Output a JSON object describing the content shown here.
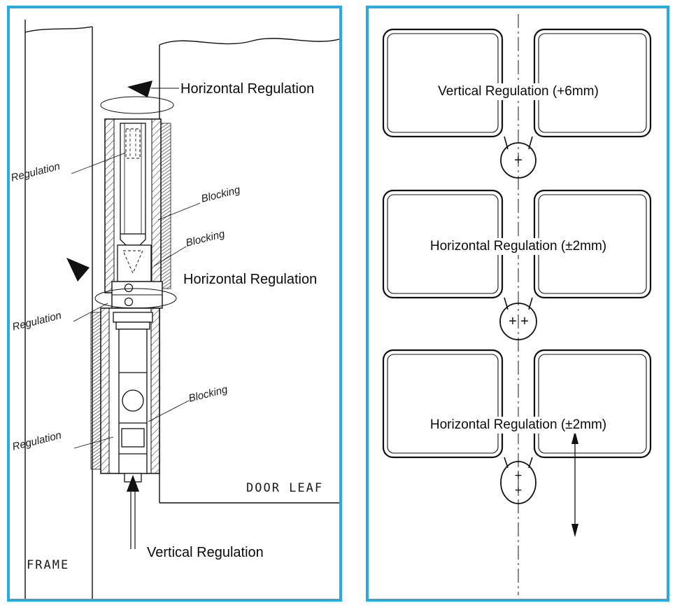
{
  "colors": {
    "panel_border": "#29abe2",
    "ink": "#111111",
    "background": "#ffffff"
  },
  "left_panel": {
    "top_arrow_label": "Horizontal Regulation",
    "mid_arrow_label": "Horizontal Regulation",
    "vertical_arrow_label": "Vertical Regulation",
    "frame_label": "FRAME",
    "door_leaf_label": "DOOR LEAF",
    "callouts": [
      {
        "text": "Regulation"
      },
      {
        "text": "Blocking"
      },
      {
        "text": "Blocking"
      },
      {
        "text": "Regulation"
      },
      {
        "text": "Blocking"
      },
      {
        "text": "Regulation"
      }
    ]
  },
  "right_panel": {
    "units": [
      {
        "label": "Vertical Regulation (+6mm)",
        "marks": [
          "+"
        ]
      },
      {
        "label": "Horizontal Regulation (±2mm)",
        "marks": [
          "+",
          "+"
        ]
      },
      {
        "label": "Horizontal Regulation (±2mm)",
        "marks": [
          "+",
          "+"
        ]
      }
    ]
  }
}
